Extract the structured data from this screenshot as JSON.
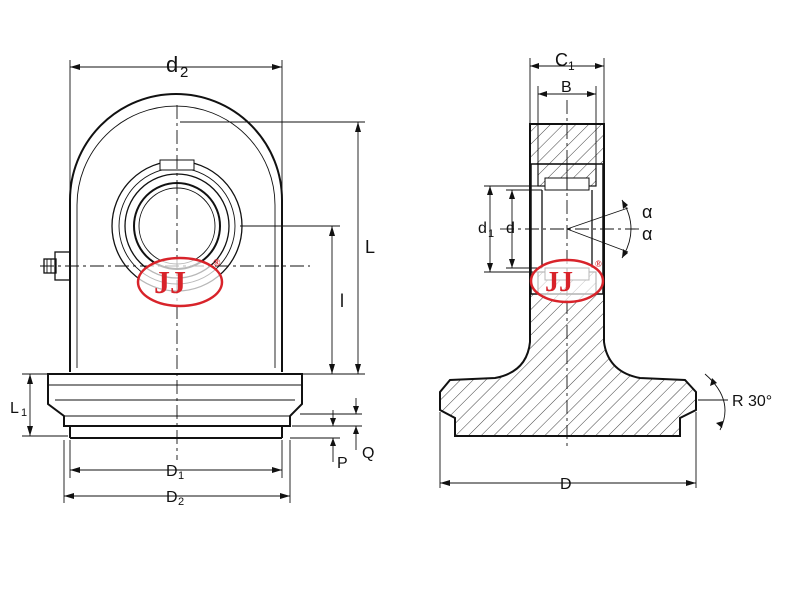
{
  "labels": {
    "d2": "d",
    "d2_sub": "2",
    "L": "L",
    "l": "l",
    "L1": "L",
    "L1_sub": "1",
    "D1": "D",
    "D1_sub": "1",
    "D2": "D",
    "D2_sub": "2",
    "P": "P",
    "Q": "Q",
    "C1": "C",
    "C1_sub": "1",
    "B": "B",
    "d1": "d",
    "d1_sub": "1",
    "d": "d",
    "D": "D",
    "R30": "R 30°",
    "alpha_top": "α",
    "alpha_bottom": "α"
  },
  "logo": {
    "text": "JJ",
    "registered": "®",
    "color": "#d8232a"
  }
}
